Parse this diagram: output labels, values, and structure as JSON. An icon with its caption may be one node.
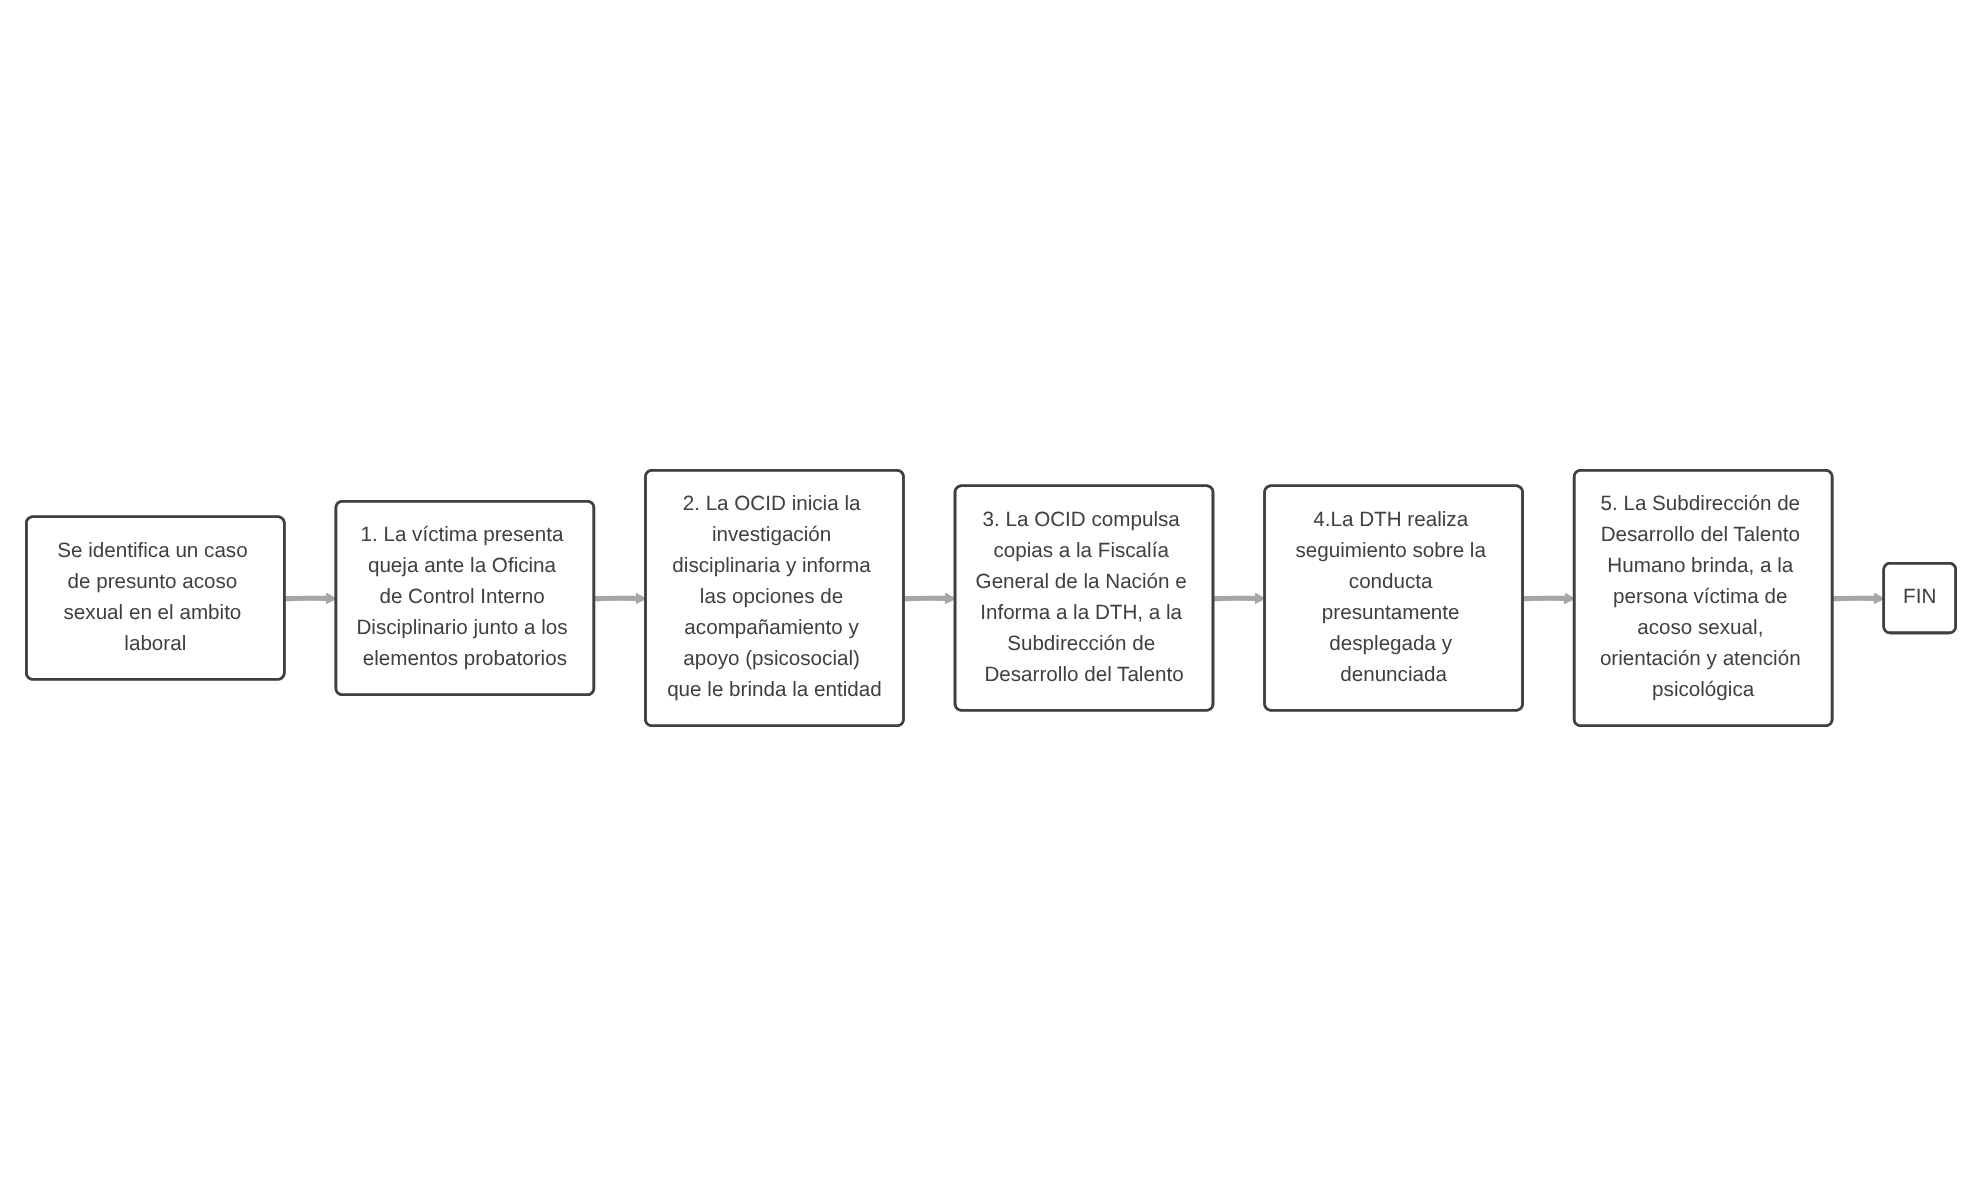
{
  "diagram": {
    "nodes": [
      {
        "text": [
          "Se identifica un caso de presunto acoso sexual en el ambito laboral"
        ]
      },
      {
        "text": [
          "1. La víctima presenta queja ante la Oficina de Control Interno Disciplinario junto a los elementos probatorios"
        ]
      },
      {
        "text": [
          "2. La OCID inicia la investigación disciplinaria y informa las opciones de acompañamiento y apoyo (psicosocial) que le brinda la entidad"
        ]
      },
      {
        "text": [
          "3. La OCID compulsa copias a la Fiscalía General de la Nación e Informa a la DTH, a la Subdirección de Desarrollo del Talento"
        ]
      },
      {
        "text": [
          "4.La DTH realiza seguimiento sobre la conducta presuntamente desplegada y denunciada"
        ]
      },
      {
        "text": [
          "5. La Subdirección de Desarrollo del Talento Humano brinda, a la persona víctima de acoso sexual, orientación y atención psicológica"
        ]
      },
      {
        "text": [
          "FIN"
        ]
      }
    ],
    "edges": [
      {
        "from": 0,
        "to": 1,
        "arrow": "to"
      },
      {
        "from": 1,
        "to": 2,
        "arrow": "to"
      },
      {
        "from": 2,
        "to": 3,
        "arrow": "to"
      },
      {
        "from": 3,
        "to": 4,
        "arrow": "to"
      },
      {
        "from": 4,
        "to": 5,
        "arrow": "to"
      },
      {
        "from": 5,
        "to": 6,
        "arrow": "to"
      }
    ]
  }
}
